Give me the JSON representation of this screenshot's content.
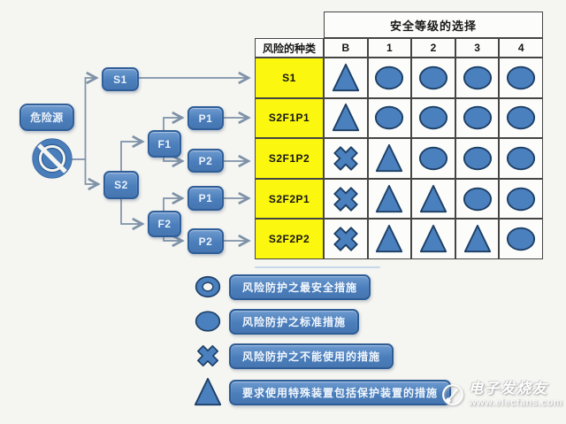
{
  "flowchart": {
    "hazard_label": "危险源",
    "hazard_icon": "no-entry-icon",
    "nodes": {
      "s1": "S1",
      "s2": "S2",
      "f1": "F1",
      "f2": "F2",
      "p1_top": "P1",
      "p2_top": "P2",
      "p1_bottom": "P1",
      "p2_bottom": "P2"
    }
  },
  "table": {
    "top_header": "安全等级的选择",
    "row_header": "风险的种类",
    "columns": [
      "B",
      "1",
      "2",
      "3",
      "4"
    ],
    "rows": [
      {
        "label": "S1",
        "symbols": [
          "triangle",
          "ellipse",
          "ellipse",
          "ellipse",
          "ellipse"
        ]
      },
      {
        "label": "S2F1P1",
        "symbols": [
          "triangle",
          "ellipse",
          "ellipse",
          "ellipse",
          "ellipse"
        ]
      },
      {
        "label": "S2F1P2",
        "symbols": [
          "cross",
          "triangle",
          "ellipse",
          "ellipse",
          "ellipse"
        ]
      },
      {
        "label": "S2F2P1",
        "symbols": [
          "cross",
          "triangle",
          "triangle",
          "ellipse",
          "ellipse"
        ]
      },
      {
        "label": "S2F2P2",
        "symbols": [
          "cross",
          "triangle",
          "triangle",
          "triangle",
          "ellipse"
        ]
      }
    ]
  },
  "legend": {
    "items": [
      {
        "symbol": "donut",
        "label": "风险防护之最安全措施"
      },
      {
        "symbol": "ellipse",
        "label": "风险防护之标准措施"
      },
      {
        "symbol": "cross",
        "label": "风险防护之不能使用的措施"
      },
      {
        "symbol": "triangle",
        "label": "要求使用特殊装置包括保护装置的措施"
      }
    ]
  },
  "watermark": {
    "brand": "电子发烧友",
    "url": "www.elecfans.com",
    "logo": "elecfans-logo-icon"
  },
  "colors": {
    "node_blue": "#4a7ebb",
    "node_border": "#2f5e99",
    "symbol_blue": "#4a80bd",
    "symbol_border": "#1d3f66",
    "row_yellow": "#fbf70e",
    "table_border": "#454545",
    "connector": "#7e92a8",
    "background": "#f5f5f1"
  }
}
